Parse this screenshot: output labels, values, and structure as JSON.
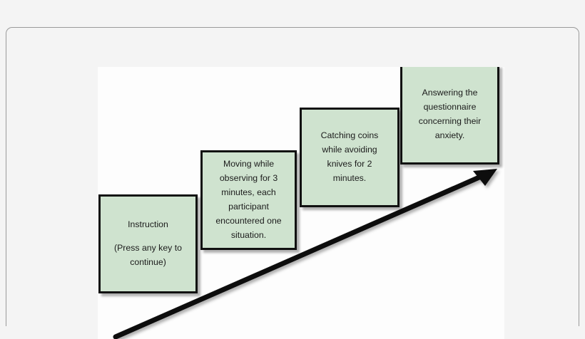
{
  "figure": {
    "type": "staircase-flow-diagram",
    "title": "",
    "background_color": "#fdfdfd",
    "box_fill_color": "#cfe3cf",
    "box_border_color": "#111111",
    "arrow_color": "#111111",
    "arrow_label": "progression-arrow",
    "steps": [
      {
        "id": "step-1",
        "name": "instruction",
        "order": 1,
        "lines": [
          "Instruction",
          "",
          "(Press any key to",
          "continue)"
        ]
      },
      {
        "id": "step-2",
        "name": "observation-phase",
        "order": 2,
        "lines": [
          "Moving while",
          "observing for 3",
          "minutes, each",
          "participant",
          "encountered one",
          "situation."
        ]
      },
      {
        "id": "step-3",
        "name": "coin-catching-task",
        "order": 3,
        "lines": [
          "Catching coins",
          "while avoiding",
          "knives for 2",
          "minutes."
        ]
      },
      {
        "id": "step-4",
        "name": "questionnaire-phase",
        "order": 4,
        "lines": [
          "Answering the",
          "questionnaire",
          "concerning their",
          "anxiety."
        ]
      }
    ]
  }
}
